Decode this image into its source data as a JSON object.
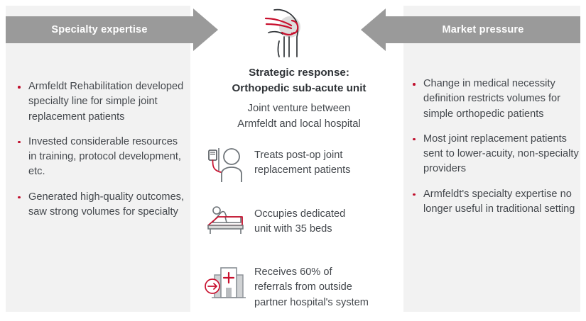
{
  "colors": {
    "panel_bg": "#f2f2f2",
    "arrow_gray": "#9a9a9a",
    "bullet_red": "#c0102e",
    "accent_red": "#c8102e",
    "text": "#44484d"
  },
  "left_panel": {
    "banner_label": "Specialty expertise",
    "bullets": [
      "Armfeldt Rehabilitation developed specialty line for simple joint replacement patients",
      "Invested considerable resources in training, protocol development, etc.",
      "Generated high-quality outcomes, saw strong volumes for specialty"
    ]
  },
  "right_panel": {
    "banner_label": "Market pressure",
    "bullets": [
      "Change in medical necessity definition restricts volumes for simple orthopedic patients",
      "Most joint replacement patients sent to lower-acuity, non-specialty providers",
      "Armfeldt's specialty expertise no longer useful in traditional setting"
    ]
  },
  "center": {
    "hero_icon": "knee-joint-icon",
    "title_line1": "Strategic response:",
    "title_line2": "Orthopedic sub-acute unit",
    "subtitle_line1": "Joint venture between",
    "subtitle_line2": "Armfeldt and local hospital",
    "features": [
      {
        "icon": "iv-drip-patient-icon",
        "line1": "Treats post-op joint",
        "line2": "replacement patients",
        "line3": ""
      },
      {
        "icon": "hospital-bed-patient-icon",
        "line1": "Occupies dedicated",
        "line2": "unit with 35 beds",
        "line3": ""
      },
      {
        "icon": "hospital-referral-icon",
        "line1": "Receives 60% of",
        "line2": "referrals from outside",
        "line3": "partner hospital's system"
      }
    ]
  }
}
